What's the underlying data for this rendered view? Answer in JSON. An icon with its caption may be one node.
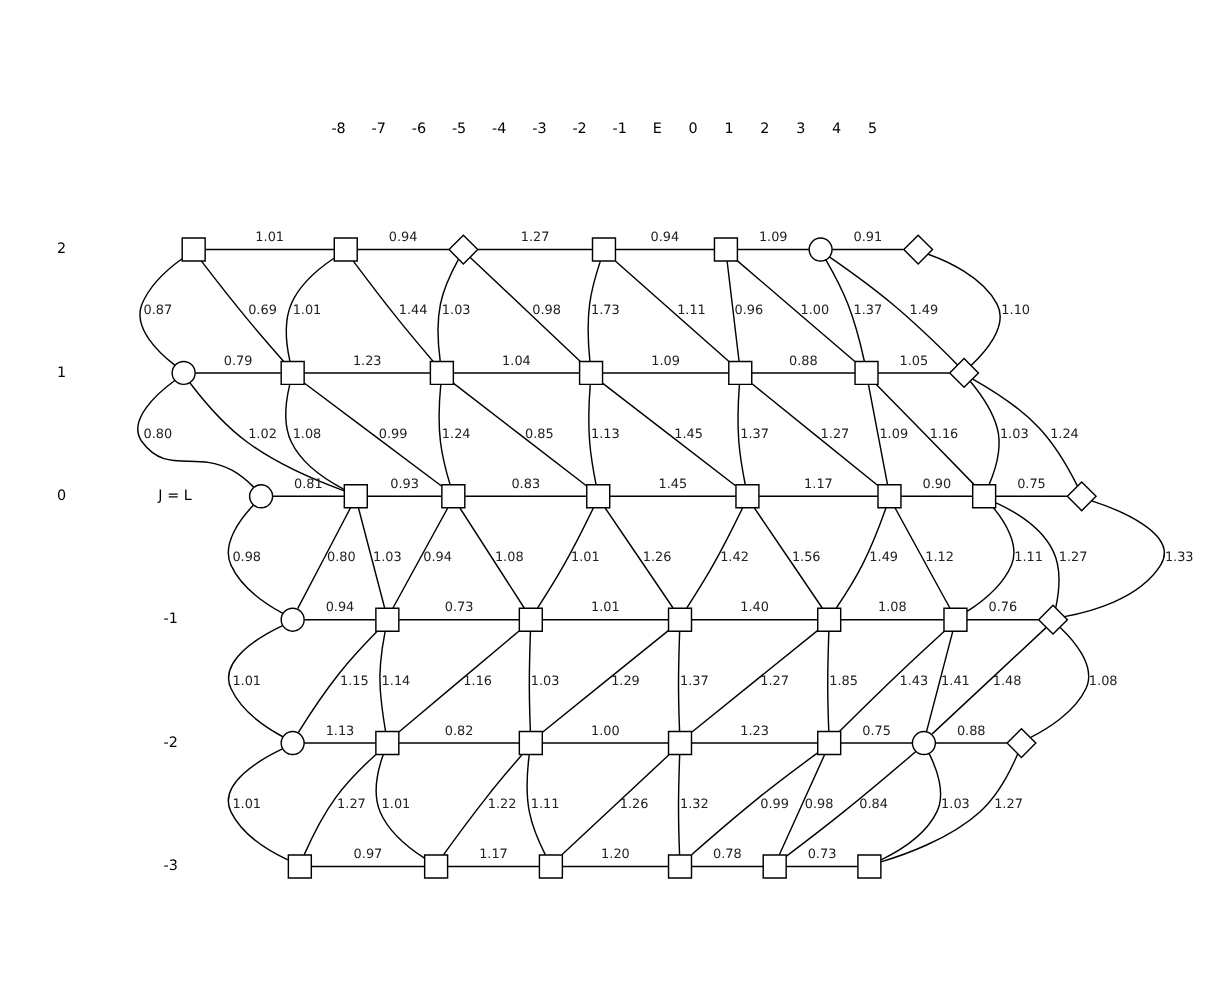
{
  "diagram": {
    "nodes": [
      {
        "text": [],
        "shape": "box"
      },
      {
        "text": [],
        "shape": "box"
      },
      {
        "text": [],
        "shape": "diamond"
      },
      {
        "text": [],
        "shape": "box"
      },
      {
        "text": [],
        "shape": "box"
      },
      {
        "text": [],
        "shape": "circle"
      },
      {
        "text": [],
        "shape": "diamond"
      },
      {
        "text": [],
        "shape": "circle"
      },
      {
        "text": [],
        "shape": "box"
      },
      {
        "text": [],
        "shape": "box"
      },
      {
        "text": [],
        "shape": "box"
      },
      {
        "text": [],
        "shape": "box"
      },
      {
        "text": [],
        "shape": "box"
      },
      {
        "text": [],
        "shape": "diamond"
      },
      {
        "text": [],
        "shape": "circle"
      },
      {
        "text": [],
        "shape": "box"
      },
      {
        "text": [],
        "shape": "box"
      },
      {
        "text": [],
        "shape": "box"
      },
      {
        "text": [],
        "shape": "box"
      },
      {
        "text": [],
        "shape": "box"
      },
      {
        "text": [],
        "shape": "box"
      },
      {
        "text": [],
        "shape": "diamond"
      },
      {
        "text": [],
        "shape": "circle"
      },
      {
        "text": [],
        "shape": "box"
      },
      {
        "text": [],
        "shape": "box"
      },
      {
        "text": [],
        "shape": "box"
      },
      {
        "text": [],
        "shape": "box"
      },
      {
        "text": [],
        "shape": "box"
      },
      {
        "text": [],
        "shape": "diamond"
      },
      {
        "text": [],
        "shape": "circle"
      },
      {
        "text": [],
        "shape": "box"
      },
      {
        "text": [],
        "shape": "box"
      },
      {
        "text": [],
        "shape": "box"
      },
      {
        "text": [],
        "shape": "box"
      },
      {
        "text": [],
        "shape": "circle"
      },
      {
        "text": [],
        "shape": "diamond"
      },
      {
        "text": [],
        "shape": "box"
      },
      {
        "text": [],
        "shape": "box"
      },
      {
        "text": [],
        "shape": "box"
      },
      {
        "text": [],
        "shape": "box"
      },
      {
        "text": [],
        "shape": "box"
      },
      {
        "text": [],
        "shape": "box"
      }
    ],
    "edges": [
      {
        "from": 0,
        "to": 1,
        "arrow": "none",
        "label": "1.01"
      },
      {
        "from": 1,
        "to": 2,
        "arrow": "none",
        "label": "0.94"
      },
      {
        "from": 2,
        "to": 3,
        "arrow": "none",
        "label": "1.27"
      },
      {
        "from": 3,
        "to": 4,
        "arrow": "none",
        "label": "0.94"
      },
      {
        "from": 4,
        "to": 5,
        "arrow": "none",
        "label": "1.09"
      },
      {
        "from": 5,
        "to": 6,
        "arrow": "none",
        "label": "0.91"
      },
      {
        "from": 0,
        "to": 7,
        "arrow": "none",
        "label": "0.87"
      },
      {
        "from": 0,
        "to": 8,
        "arrow": "none",
        "label": "0.69"
      },
      {
        "from": 1,
        "to": 8,
        "arrow": "none",
        "label": "1.01"
      },
      {
        "from": 1,
        "to": 9,
        "arrow": "none",
        "label": "1.44"
      },
      {
        "from": 2,
        "to": 9,
        "arrow": "none",
        "label": "1.03"
      },
      {
        "from": 2,
        "to": 10,
        "arrow": "none",
        "label": "0.98"
      },
      {
        "from": 3,
        "to": 10,
        "arrow": "none",
        "label": "1.73"
      },
      {
        "from": 3,
        "to": 11,
        "arrow": "none",
        "label": "1.11"
      },
      {
        "from": 4,
        "to": 11,
        "arrow": "none",
        "label": "0.96"
      },
      {
        "from": 4,
        "to": 12,
        "arrow": "none",
        "label": "1.00"
      },
      {
        "from": 5,
        "to": 12,
        "arrow": "none",
        "label": "1.37"
      },
      {
        "from": 5,
        "to": 13,
        "arrow": "none",
        "label": "1.49"
      },
      {
        "from": 6,
        "to": 13,
        "arrow": "none",
        "label": "1.10"
      },
      {
        "from": 7,
        "to": 8,
        "arrow": "none",
        "label": "0.79"
      },
      {
        "from": 8,
        "to": 9,
        "arrow": "none",
        "label": "1.23"
      },
      {
        "from": 9,
        "to": 10,
        "arrow": "none",
        "label": "1.04"
      },
      {
        "from": 10,
        "to": 11,
        "arrow": "none",
        "label": "1.09"
      },
      {
        "from": 11,
        "to": 12,
        "arrow": "none",
        "label": "0.88"
      },
      {
        "from": 12,
        "to": 13,
        "arrow": "none",
        "label": "1.05"
      },
      {
        "from": 7,
        "to": 14,
        "arrow": "none",
        "label": "0.80"
      },
      {
        "from": 7,
        "to": 15,
        "arrow": "none",
        "label": "1.02"
      },
      {
        "from": 8,
        "to": 15,
        "arrow": "none",
        "label": "1.08"
      },
      {
        "from": 8,
        "to": 16,
        "arrow": "none",
        "label": "0.99"
      },
      {
        "from": 9,
        "to": 16,
        "arrow": "none",
        "label": "1.24"
      },
      {
        "from": 9,
        "to": 17,
        "arrow": "none",
        "label": "0.85"
      },
      {
        "from": 10,
        "to": 17,
        "arrow": "none",
        "label": "1.13"
      },
      {
        "from": 10,
        "to": 18,
        "arrow": "none",
        "label": "1.45"
      },
      {
        "from": 11,
        "to": 18,
        "arrow": "none",
        "label": "1.37"
      },
      {
        "from": 11,
        "to": 19,
        "arrow": "none",
        "label": "1.27"
      },
      {
        "from": 12,
        "to": 19,
        "arrow": "none",
        "label": "1.09"
      },
      {
        "from": 12,
        "to": 20,
        "arrow": "none",
        "label": "1.16"
      },
      {
        "from": 13,
        "to": 20,
        "arrow": "none",
        "label": "1.03"
      },
      {
        "from": 13,
        "to": 21,
        "arrow": "none",
        "label": "1.24"
      },
      {
        "from": 14,
        "to": 15,
        "arrow": "none",
        "label": "0.81"
      },
      {
        "from": 15,
        "to": 16,
        "arrow": "none",
        "label": "0.93"
      },
      {
        "from": 16,
        "to": 17,
        "arrow": "none",
        "label": "0.83"
      },
      {
        "from": 17,
        "to": 18,
        "arrow": "none",
        "label": "1.45"
      },
      {
        "from": 18,
        "to": 19,
        "arrow": "none",
        "label": "1.17"
      },
      {
        "from": 19,
        "to": 20,
        "arrow": "none",
        "label": "0.90"
      },
      {
        "from": 20,
        "to": 21,
        "arrow": "none",
        "label": "0.75"
      },
      {
        "from": 14,
        "to": 22,
        "arrow": "none",
        "label": "0.98"
      },
      {
        "from": 15,
        "to": 22,
        "arrow": "none",
        "label": "0.80"
      },
      {
        "from": 15,
        "to": 23,
        "arrow": "none",
        "label": "1.03"
      },
      {
        "from": 16,
        "to": 23,
        "arrow": "none",
        "label": "0.94"
      },
      {
        "from": 16,
        "to": 24,
        "arrow": "none",
        "label": "1.08"
      },
      {
        "from": 17,
        "to": 24,
        "arrow": "none",
        "label": "1.01"
      },
      {
        "from": 17,
        "to": 25,
        "arrow": "none",
        "label": "1.26"
      },
      {
        "from": 18,
        "to": 25,
        "arrow": "none",
        "label": "1.42"
      },
      {
        "from": 18,
        "to": 26,
        "arrow": "none",
        "label": "1.56"
      },
      {
        "from": 19,
        "to": 26,
        "arrow": "none",
        "label": "1.49"
      },
      {
        "from": 19,
        "to": 27,
        "arrow": "none",
        "label": "1.12"
      },
      {
        "from": 20,
        "to": 27,
        "arrow": "none",
        "label": "1.11"
      },
      {
        "from": 20,
        "to": 28,
        "arrow": "none",
        "label": "1.27"
      },
      {
        "from": 21,
        "to": 28,
        "arrow": "none",
        "label": "1.33"
      },
      {
        "from": 22,
        "to": 23,
        "arrow": "none",
        "label": "0.94"
      },
      {
        "from": 23,
        "to": 24,
        "arrow": "none",
        "label": "0.73"
      },
      {
        "from": 24,
        "to": 25,
        "arrow": "none",
        "label": "1.01"
      },
      {
        "from": 25,
        "to": 26,
        "arrow": "none",
        "label": "1.40"
      },
      {
        "from": 26,
        "to": 27,
        "arrow": "none",
        "label": "1.08"
      },
      {
        "from": 27,
        "to": 28,
        "arrow": "none",
        "label": "0.76"
      },
      {
        "from": 22,
        "to": 29,
        "arrow": "none",
        "label": "1.01"
      },
      {
        "from": 23,
        "to": 29,
        "arrow": "none",
        "label": "1.15"
      },
      {
        "from": 23,
        "to": 30,
        "arrow": "none",
        "label": "1.14"
      },
      {
        "from": 24,
        "to": 30,
        "arrow": "none",
        "label": "1.16"
      },
      {
        "from": 24,
        "to": 31,
        "arrow": "none",
        "label": "1.03"
      },
      {
        "from": 25,
        "to": 31,
        "arrow": "none",
        "label": "1.29"
      },
      {
        "from": 25,
        "to": 32,
        "arrow": "none",
        "label": "1.37"
      },
      {
        "from": 26,
        "to": 32,
        "arrow": "none",
        "label": "1.27"
      },
      {
        "from": 26,
        "to": 33,
        "arrow": "none",
        "label": "1.85"
      },
      {
        "from": 27,
        "to": 33,
        "arrow": "none",
        "label": "1.43"
      },
      {
        "from": 27,
        "to": 34,
        "arrow": "none",
        "label": "1.41"
      },
      {
        "from": 28,
        "to": 34,
        "arrow": "none",
        "label": "1.48"
      },
      {
        "from": 28,
        "to": 35,
        "arrow": "none",
        "label": "1.08"
      },
      {
        "from": 29,
        "to": 30,
        "arrow": "none",
        "label": "1.13"
      },
      {
        "from": 30,
        "to": 31,
        "arrow": "none",
        "label": "0.82"
      },
      {
        "from": 31,
        "to": 32,
        "arrow": "none",
        "label": "1.00"
      },
      {
        "from": 32,
        "to": 33,
        "arrow": "none",
        "label": "1.23"
      },
      {
        "from": 33,
        "to": 34,
        "arrow": "none",
        "label": "0.75"
      },
      {
        "from": 34,
        "to": 35,
        "arrow": "none",
        "label": "0.88"
      },
      {
        "from": 29,
        "to": 36,
        "arrow": "none",
        "label": "1.01"
      },
      {
        "from": 30,
        "to": 36,
        "arrow": "none",
        "label": "1.27"
      },
      {
        "from": 30,
        "to": 37,
        "arrow": "none",
        "label": "1.01"
      },
      {
        "from": 31,
        "to": 37,
        "arrow": "none",
        "label": "1.22"
      },
      {
        "from": 31,
        "to": 38,
        "arrow": "none",
        "label": "1.11"
      },
      {
        "from": 32,
        "to": 38,
        "arrow": "none",
        "label": "1.26"
      },
      {
        "from": 32,
        "to": 39,
        "arrow": "none",
        "label": "1.32"
      },
      {
        "from": 33,
        "to": 39,
        "arrow": "none",
        "label": "0.99"
      },
      {
        "from": 33,
        "to": 40,
        "arrow": "none",
        "label": "0.98"
      },
      {
        "from": 34,
        "to": 40,
        "arrow": "none",
        "label": "0.84"
      },
      {
        "from": 34,
        "to": 41,
        "arrow": "none",
        "label": "1.03"
      },
      {
        "from": 35,
        "to": 41,
        "arrow": "none",
        "label": "1.27"
      },
      {
        "from": 36,
        "to": 37,
        "arrow": "none",
        "label": "0.97"
      },
      {
        "from": 37,
        "to": 38,
        "arrow": "none",
        "label": "1.17"
      },
      {
        "from": 38,
        "to": 39,
        "arrow": "none",
        "label": "1.20"
      },
      {
        "from": 39,
        "to": 40,
        "arrow": "none",
        "label": "0.78"
      },
      {
        "from": 40,
        "to": 41,
        "arrow": "none",
        "label": "0.73"
      }
    ],
    "labels": [
      "-8",
      "-7",
      "-6",
      "-5",
      "-4",
      "-3",
      "-2",
      "-1",
      "E",
      "0",
      "1",
      "2",
      "3",
      "4",
      "5",
      "2",
      "1",
      "0",
      "J = L",
      "-1",
      "-2",
      "-3"
    ]
  }
}
